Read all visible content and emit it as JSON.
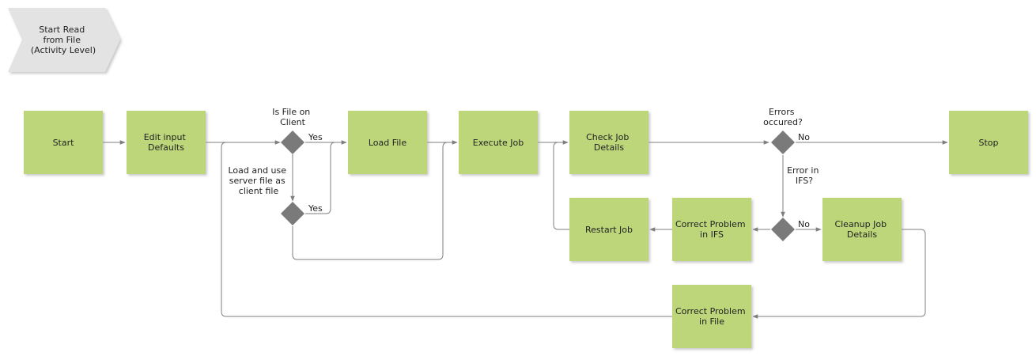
{
  "header": {
    "title_lines": [
      "Start Read",
      "from File",
      "(Activity Level)"
    ]
  },
  "colors": {
    "box": "#bdd67a",
    "box_shadow": "#c9c9c9",
    "diamond": "#7a7a7a",
    "connector": "#7f7f7f",
    "header_fill": "#e3e3e3"
  },
  "nodes": {
    "start": [
      "Start"
    ],
    "edit_input_defaults": [
      "Edit input",
      "Defaults"
    ],
    "load_file": [
      "Load File"
    ],
    "execute_job": [
      "Execute Job"
    ],
    "check_job_details": [
      "Check Job",
      "Details"
    ],
    "stop": [
      "Stop"
    ],
    "restart_job": [
      "Restart Job"
    ],
    "correct_problem_ifs": [
      "Correct Problem",
      "in IFS"
    ],
    "cleanup_job_details": [
      "Cleanup Job",
      "Details"
    ],
    "correct_problem_file": [
      "Correct Problem",
      "in File"
    ]
  },
  "decisions": {
    "is_file_on_client": [
      "Is File on",
      "Client"
    ],
    "load_server_file": [
      "Load and use",
      "server file as",
      "client file"
    ],
    "errors_occured": [
      "Errors",
      "occured?"
    ],
    "error_in_ifs": [
      "Error in",
      "IFS?"
    ]
  },
  "edge_labels": {
    "yes_1": "Yes",
    "yes_2": "Yes",
    "no_1": "No",
    "no_2": "No"
  }
}
